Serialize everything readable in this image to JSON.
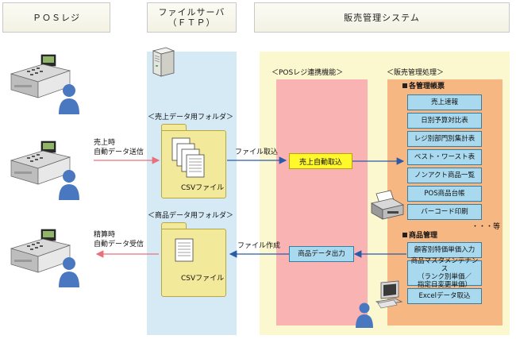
{
  "headers": {
    "pos": "ＰＯＳレジ",
    "ftp_line1": "ファイルサーバ",
    "ftp_line2": "（ＦＴＰ）",
    "sales": "販売管理システム"
  },
  "flows": {
    "send_line1": "売上時",
    "send_line2": "自動データ送信",
    "recv_line1": "精算時",
    "recv_line2": "自動データ受信",
    "import": "ファイル取込",
    "create": "ファイル作成"
  },
  "folders": {
    "sales_folder": "＜売上データ用フォルダ＞",
    "product_folder": "＜商品データ用フォルダ＞",
    "csv_label_1": "CSVファイル",
    "csv_label_2": "CSVファイル"
  },
  "pos_link": {
    "title": "＜POSレジ連携機能＞",
    "auto_import": "売上自動取込",
    "product_output": "商品データ出力"
  },
  "mgmt": {
    "title": "＜販売管理処理＞",
    "reports_heading": "各管理帳票",
    "reports": [
      "売上速報",
      "日別予算対比表",
      "レジ別部門別集計表",
      "ベスト・ワースト表",
      "ノンアクト商品一覧",
      "POS商品台帳",
      "バーコード印刷"
    ],
    "etc": "・・・等",
    "products_heading": "商品管理",
    "products": [
      {
        "line1": "顧客別特価単価入力",
        "line2": "",
        "line3": ""
      },
      {
        "line1": "商品マスタメンテナンス",
        "line2": "（ランク別単価／",
        "line3": "指定日変更単価）"
      },
      {
        "line1": "Excelデータ取込",
        "line2": "",
        "line3": ""
      }
    ]
  },
  "colors": {
    "ftp_column": "#d6eaf6",
    "system_column": "#fbf7cf",
    "pos_panel": "#f9b3b3",
    "mgmt_panel": "#f7b783",
    "blue_arrow": "#2b5aa8",
    "red_arrow": "#e8707a"
  }
}
